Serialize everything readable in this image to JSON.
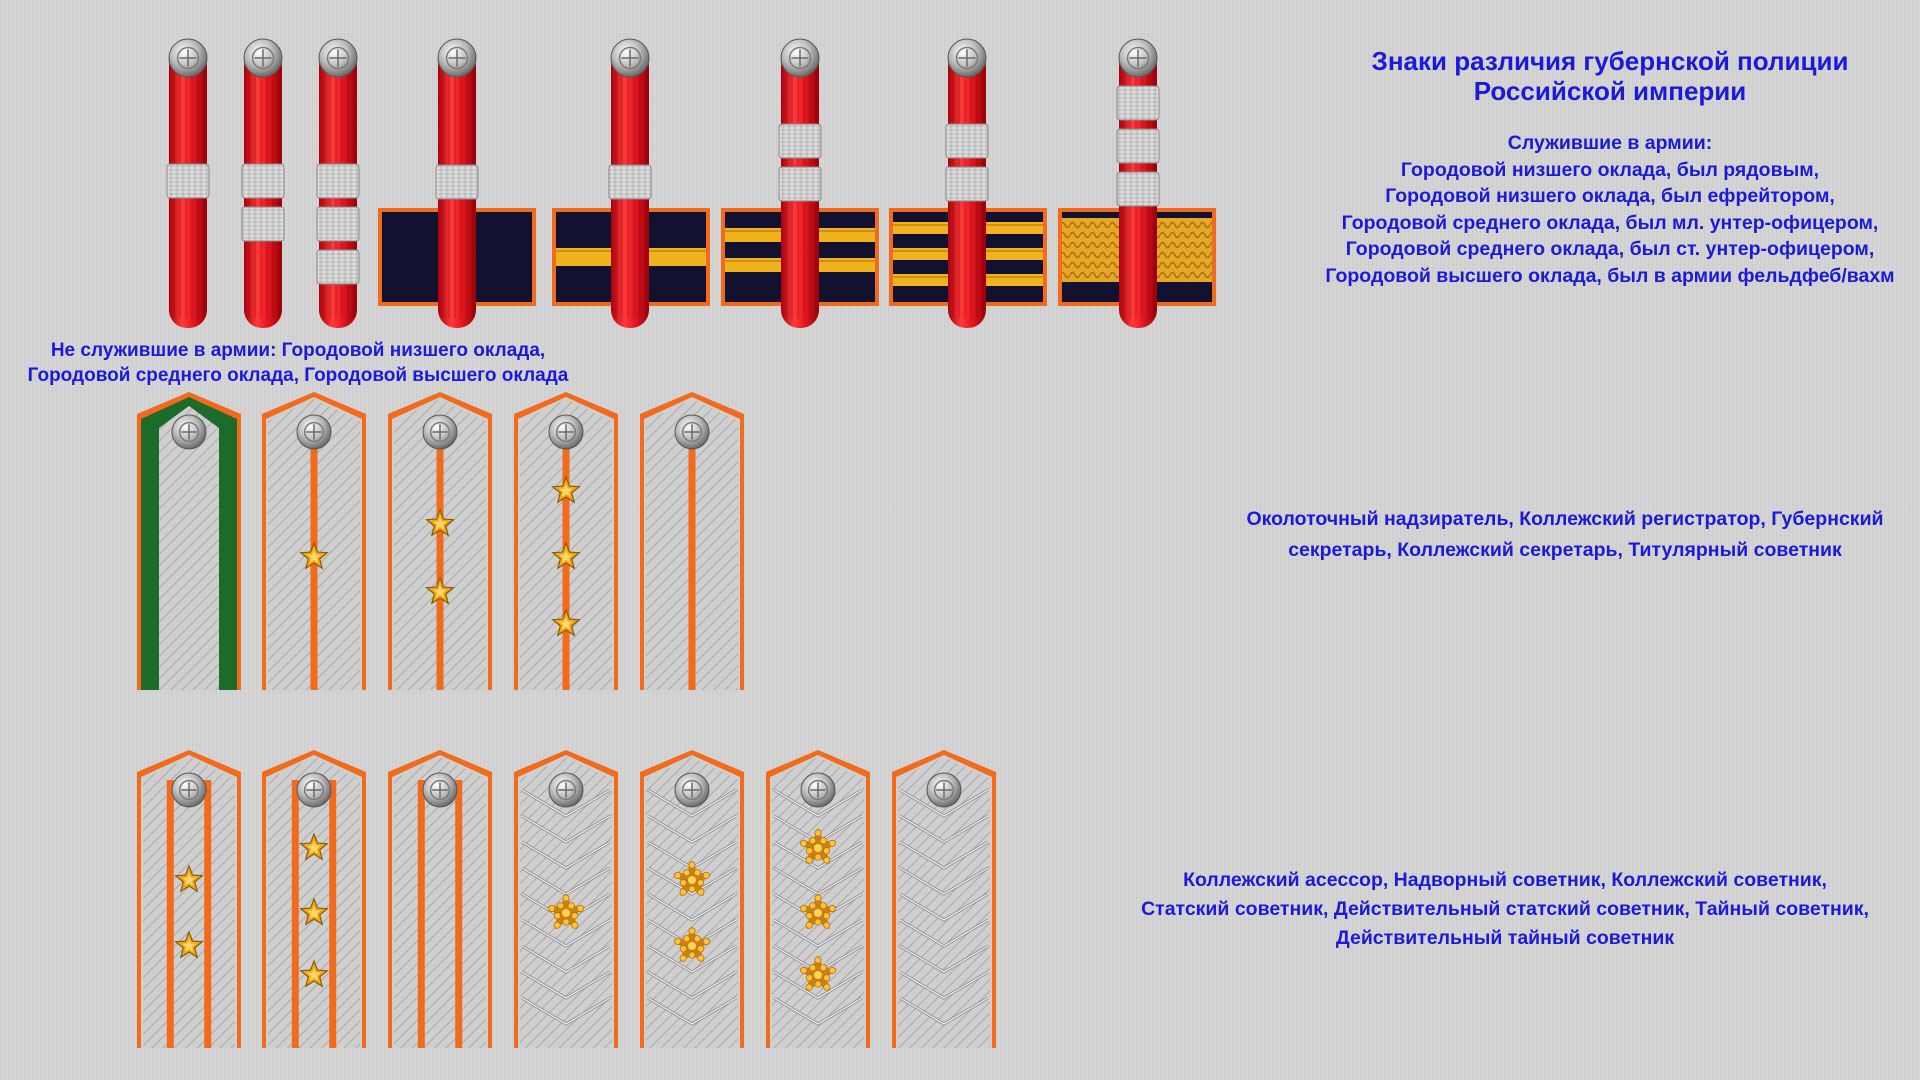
{
  "colors": {
    "background": "#d3d3d3",
    "text": "#1a1ad8",
    "cord_red": "#e01b24",
    "shoulder_navy": "#121230",
    "border_orange": "#f26a1b",
    "galloon_gold": "#f2b21e",
    "silver": "#d9d9d9",
    "green": "#1d6b2a",
    "star_gold": "#f0a818"
  },
  "title": {
    "line1": "Знаки различия губернской полиции",
    "line2": "Российской империи"
  },
  "army": {
    "heading": "Служившие в армии:",
    "lines": [
      "Городовой низшего оклада, был рядовым,",
      "Городовой низшего оклада, был ефрейтором,",
      "Городовой среднего оклада, был мл. унтер-офицером,",
      "Городовой среднего оклада, был ст. унтер-офицером,",
      "Городовой высшего оклада, был в армии фельдфеб/вахм"
    ]
  },
  "nonarmy": {
    "line1": "Не служившие в армии: Городовой низшего оклада,",
    "line2": "Городовой среднего оклада, Городовой высшего оклада"
  },
  "okolot": {
    "line1": "Околоточный надзиратель, Коллежский регистратор, Губернский",
    "line2": "секретарь, Коллежский секретарь, Титулярный советник"
  },
  "kollasess": {
    "line1": "Коллежский асессор, Надворный советник, Коллежский советник,",
    "line2": "Статский советник, Действительный статский советник, Тайный советник,",
    "line3": "Действительный тайный советник"
  },
  "insignia": {
    "cords_nonarmy": [
      {
        "rings": 1
      },
      {
        "rings": 2
      },
      {
        "rings": 3
      }
    ],
    "cords_army": [
      {
        "rings": 1,
        "galloon": "none"
      },
      {
        "rings": 1,
        "galloon": "single"
      },
      {
        "rings": 2,
        "galloon": "double"
      },
      {
        "rings": 2,
        "galloon": "triple"
      },
      {
        "rings": 3,
        "galloon": "wide"
      }
    ],
    "junior_boards": [
      {
        "field": "green",
        "stars": 0
      },
      {
        "field": "silver",
        "stars": 1
      },
      {
        "field": "silver",
        "stars": 2
      },
      {
        "field": "silver",
        "stars": 3
      },
      {
        "field": "silver",
        "stars": 0
      }
    ],
    "senior_boards": [
      {
        "pattern": "stripes",
        "stars": 2
      },
      {
        "pattern": "stripes",
        "stars": 3
      },
      {
        "pattern": "stripes",
        "stars": 0
      },
      {
        "pattern": "zigzag",
        "stars": 1
      },
      {
        "pattern": "zigzag",
        "stars": 2
      },
      {
        "pattern": "zigzag",
        "stars": 3
      },
      {
        "pattern": "zigzag",
        "stars": 0
      }
    ]
  }
}
